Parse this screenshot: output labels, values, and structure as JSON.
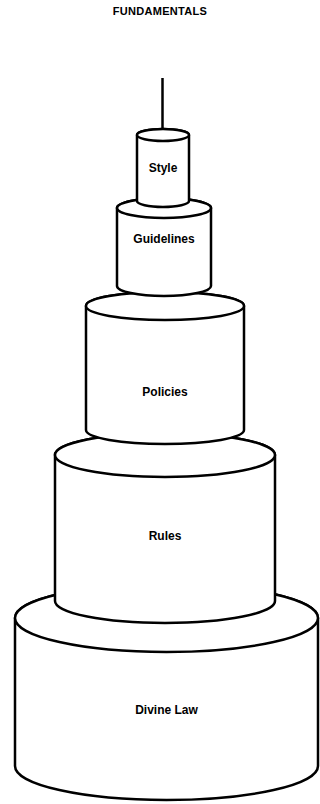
{
  "diagram": {
    "title": "FUNDAMENTALS",
    "nodes": [
      {
        "text": [
          "Style"
        ]
      },
      {
        "text": [
          "Guidelines"
        ]
      },
      {
        "text": [
          "Policies"
        ]
      },
      {
        "text": [
          "Rules"
        ]
      },
      {
        "text": [
          "Divine Law"
        ]
      }
    ]
  }
}
